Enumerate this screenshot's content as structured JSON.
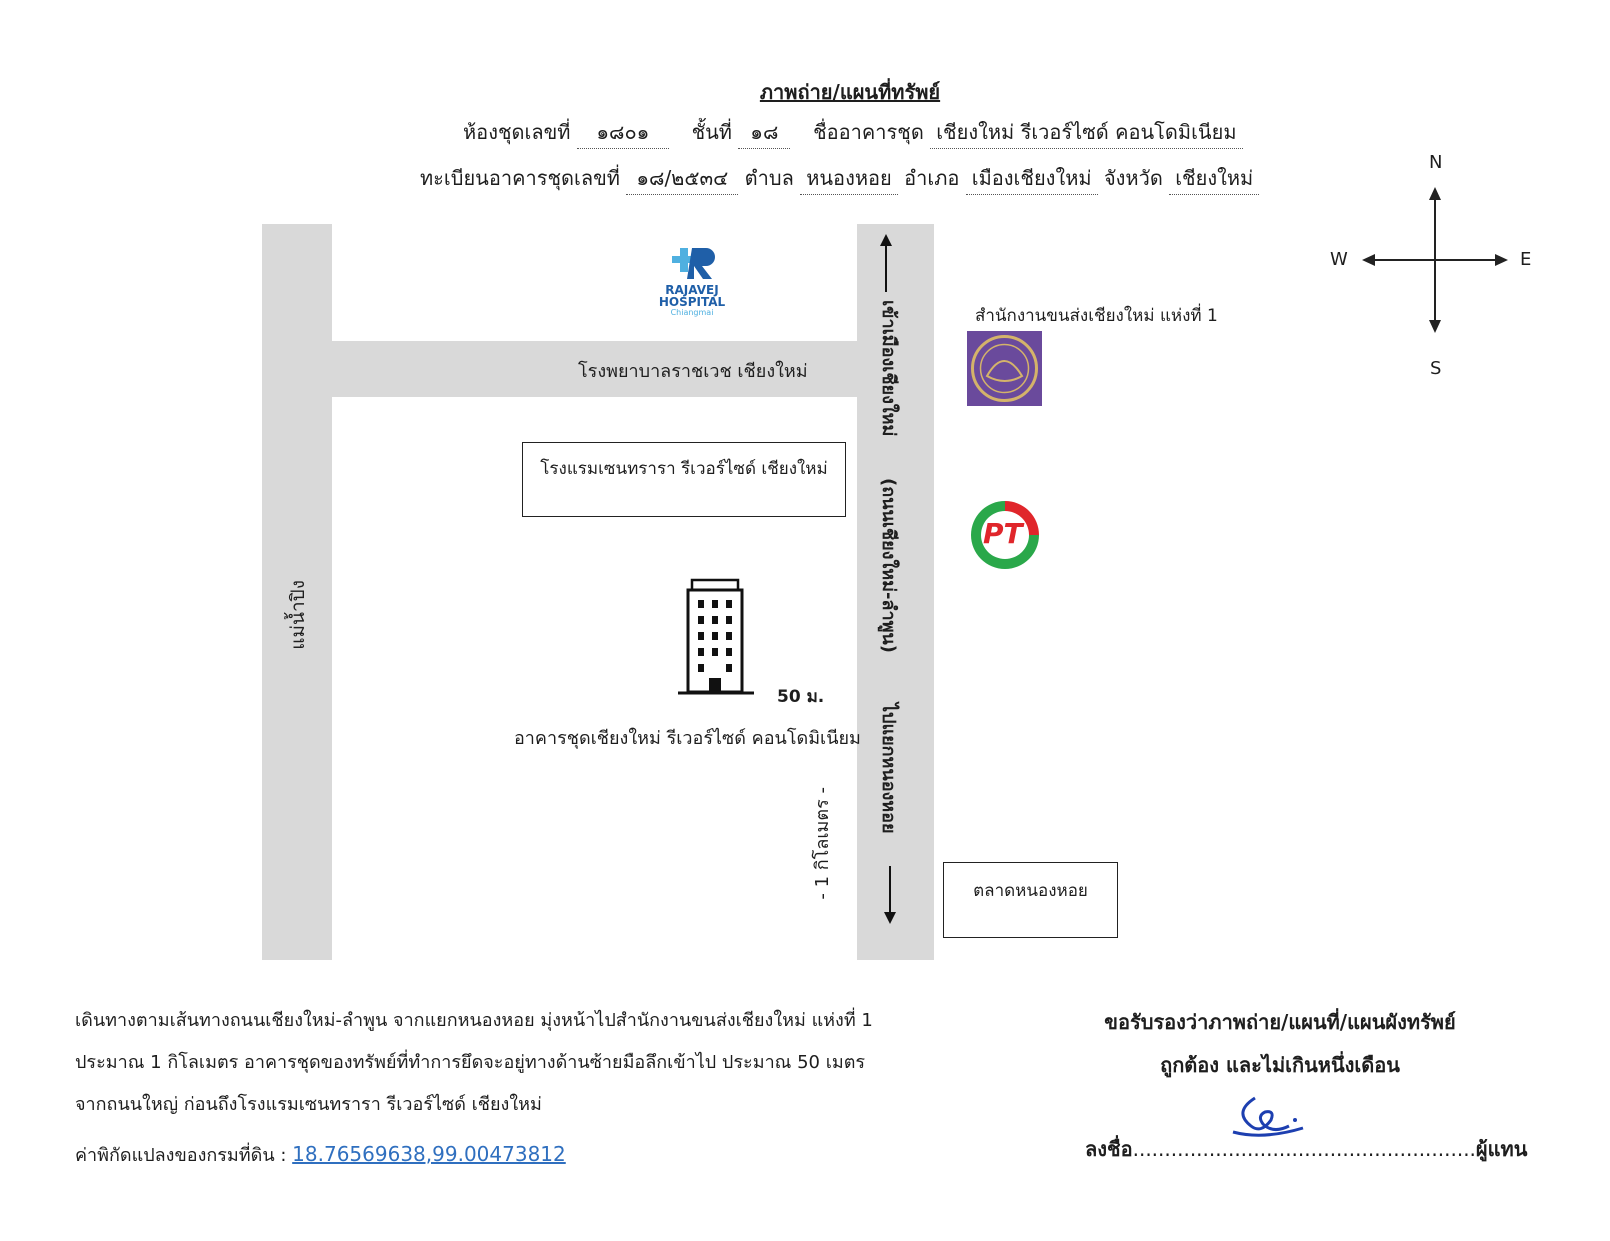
{
  "header": {
    "title": "ภาพถ่าย/แผนที่ทรัพย์",
    "room_label": "ห้องชุดเลขที่",
    "room_no": "๑๘๐๑",
    "floor_label": "ชั้นที่",
    "floor_no": "๑๘",
    "building_label": "ชื่ออาคารชุด",
    "building_name": "เชียงใหม่ รีเวอร์ไซด์ คอนโดมิเนียม",
    "reg_label": "ทะเบียนอาคารชุดเลขที่",
    "reg_no": "๑๘/๒๕๓๔",
    "subdistrict_label": "ตำบล",
    "subdistrict": "หนองหอย",
    "district_label": "อำเภอ",
    "district": "เมืองเชียงใหม่",
    "province_label": "จังหวัด",
    "province": "เชียงใหม่"
  },
  "compass": {
    "n": "N",
    "s": "S",
    "e": "E",
    "w": "W"
  },
  "map": {
    "river_label": "แม่น้ำปิง",
    "side_road_label": "โรงพยาบาลราชเวช เชียงใหม่",
    "main_road_top": "เข้าเมืองเชียงใหม่",
    "main_road_middle": "(ถนนเชียงใหม่-ลำพูน)",
    "main_road_bottom": "ไปแยกหนองหอย",
    "hospital_logo": {
      "line1": "RAJAVEJ",
      "line2": "HOSPITAL",
      "line3": "Chiangmai",
      "color": "#1f5fa8",
      "accent": "#4fb0e0"
    },
    "hotel_label": "โรงแรมเซนทรารา รีเวอร์ไซด์ เชียงใหม่",
    "transport_office_label": "สำนักงานขนส่งเชียงใหม่ แห่งที่ 1",
    "market_label": "ตลาดหนองหอย",
    "building_distance": "50 ม.",
    "condo_label": "อาคารชุดเชียงใหม่ รีเวอร์ไซด์ คอนโดมิเนียม",
    "km_label": "- 1 กิโลเมตร -",
    "pt_logo_text": "PT",
    "colors": {
      "road": "#d9d9d9",
      "seal": "#6a4a9c",
      "pt_red": "#e0262b",
      "pt_green": "#2aa84a"
    }
  },
  "footer": {
    "description": "เดินทางตามเส้นทางถนนเชียงใหม่-ลำพูน จากแยกหนองหอย มุ่งหน้าไปสำนักงานขนส่งเชียงใหม่ แห่งที่ 1 ประมาณ 1 กิโลเมตร  อาคารชุดของทรัพย์ที่ทำการยึดจะอยู่ทางด้านซ้ายมือลึกเข้าไป ประมาณ 50 เมตรจากถนนใหญ่ ก่อนถึงโรงแรมเซนทรารา รีเวอร์ไซด์ เชียงใหม่",
    "coord_label": "ค่าพิกัดแปลงของกรมที่ดิน :",
    "coord_value": "18.76569638,99.00473812",
    "cert_line1": "ขอรับรองว่าภาพถ่าย/แผนที่/แผนผังทรัพย์",
    "cert_line2": "ถูกต้อง และไม่เกินหนึ่งเดือน",
    "sign_label": "ลงชื่อ",
    "sign_dots": "......................................................",
    "sign_suffix": "ผู้แทน"
  }
}
